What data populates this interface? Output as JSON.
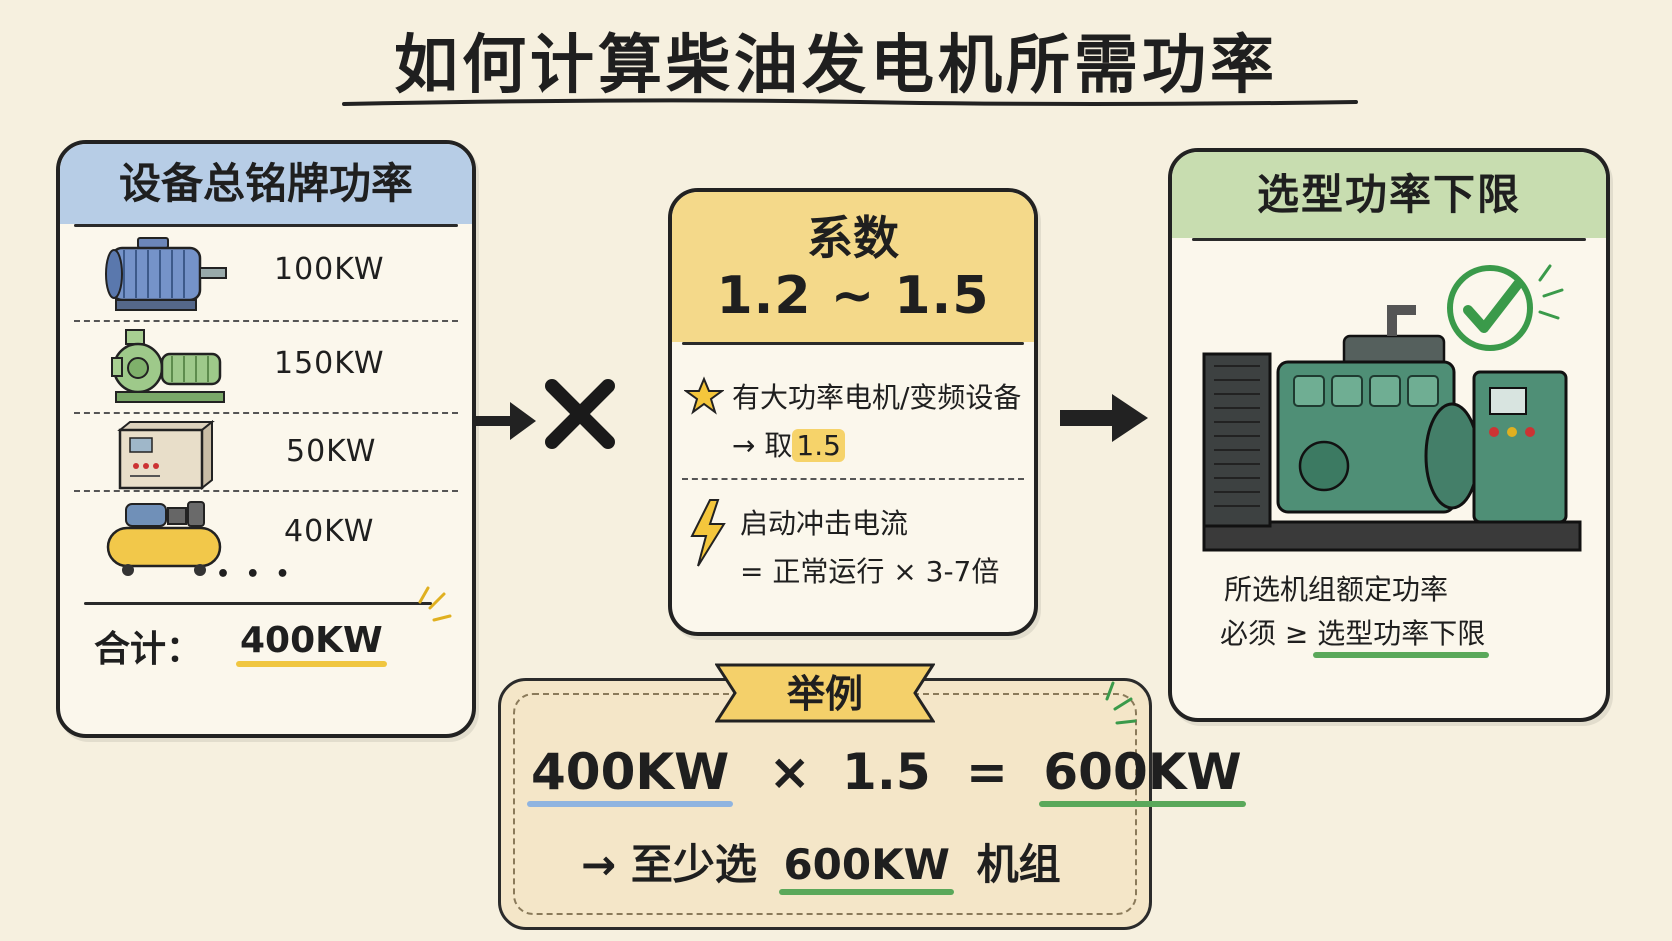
{
  "title": "如何计算柴油发电机所需功率",
  "left_panel": {
    "header": "设备总铭牌功率",
    "items": [
      {
        "icon": "electric-motor-icon",
        "power": "100KW"
      },
      {
        "icon": "water-pump-icon",
        "power": "150KW"
      },
      {
        "icon": "control-cabinet-icon",
        "power": "50KW"
      },
      {
        "icon": "air-compressor-icon",
        "power": "40KW"
      }
    ],
    "ellipsis": "• • •",
    "total_label": "合计：",
    "total_value": "400KW"
  },
  "operator_multiply": "×",
  "middle_panel": {
    "header_title": "系数",
    "header_range": "1.2 ~ 1.5",
    "note1_line1": "有大功率电机/变频设备",
    "note1_line2_prefix": "→ 取",
    "note1_line2_value": "1.5",
    "note2_line1": "启动冲击电流",
    "note2_line2": "= 正常运行 × 3-7倍"
  },
  "right_panel": {
    "header": "选型功率下限",
    "text_line1": "所选机组额定功率",
    "text_line2_prefix": "必须 ≥",
    "text_line2_highlight": "选型功率下限"
  },
  "example": {
    "tag": "举例",
    "input": "400KW",
    "times": "×",
    "factor": "1.5",
    "equals": "=",
    "result": "600KW",
    "conclusion_prefix": "→ 至少选",
    "conclusion_value": "600KW",
    "conclusion_suffix": "机组"
  },
  "colors": {
    "blue_header": "#b7cde6",
    "yellow_header": "#f4d98a",
    "green_header": "#c8ddb0",
    "generator_green": "#4f8f76",
    "check_green": "#3a9a4a"
  }
}
